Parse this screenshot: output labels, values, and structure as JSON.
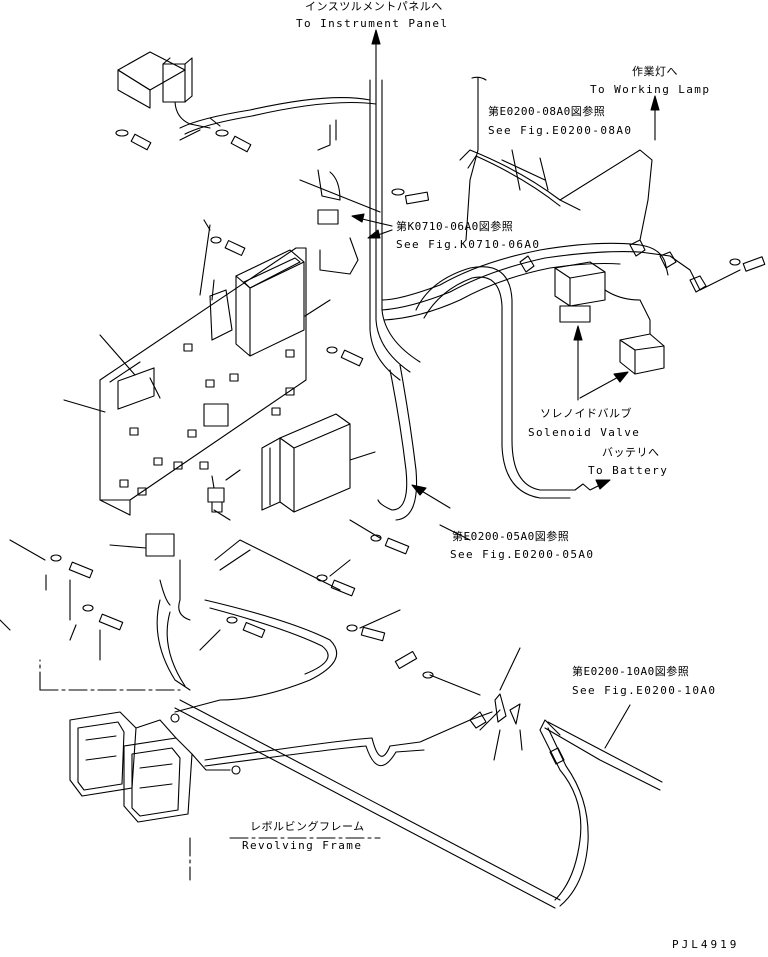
{
  "labels": {
    "instrument_jp": "インスツルメントパネルへ",
    "instrument_en": "To Instrument Panel",
    "working_jp": "作業灯へ",
    "working_en": "To Working Lamp",
    "e0200_08_jp": "第E0200-08A0図参照",
    "e0200_08_en": "See Fig.E0200-08A0",
    "k0710_jp": "第K0710-06A0図参照",
    "k0710_en": "See Fig.K0710-06A0",
    "solenoid_jp": "ソレノイドバルブ",
    "solenoid_en": "Solenoid Valve",
    "battery_jp": "バッテリへ",
    "battery_en": "To Battery",
    "e0200_05_jp": "第E0200-05A0図参照",
    "e0200_05_en": "See Fig.E0200-05A0",
    "e0200_10_jp": "第E0200-10A0図参照",
    "e0200_10_en": "See Fig.E0200-10A0",
    "frame_jp": "レボルビングフレーム",
    "frame_en": "Revolving Frame",
    "drawing_no": "PJL4919"
  }
}
